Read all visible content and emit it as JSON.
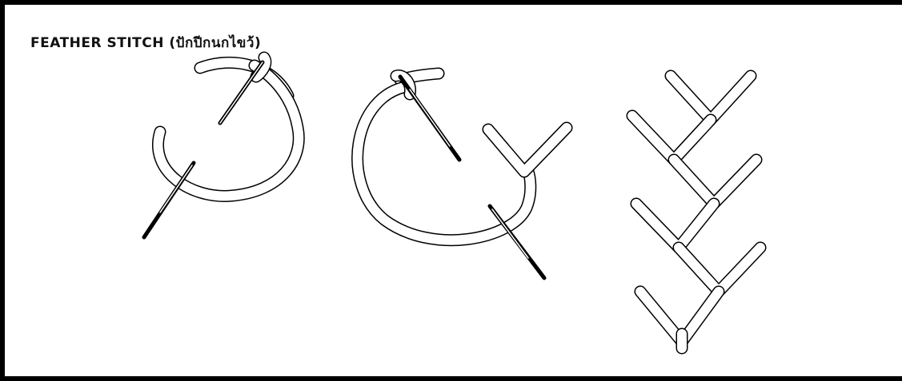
{
  "title": "FEATHER STITCH (ปักปีกนกไขว้)",
  "colors": {
    "ink": "#000000",
    "paper": "#ffffff",
    "border": "#000000"
  },
  "figures": [
    {
      "name": "step-1",
      "icon": "needle-through-thread-loop-icon"
    },
    {
      "name": "step-2",
      "icon": "needle-with-v-stitch-icon"
    },
    {
      "name": "step-3",
      "icon": "completed-feather-stitch-icon"
    }
  ]
}
